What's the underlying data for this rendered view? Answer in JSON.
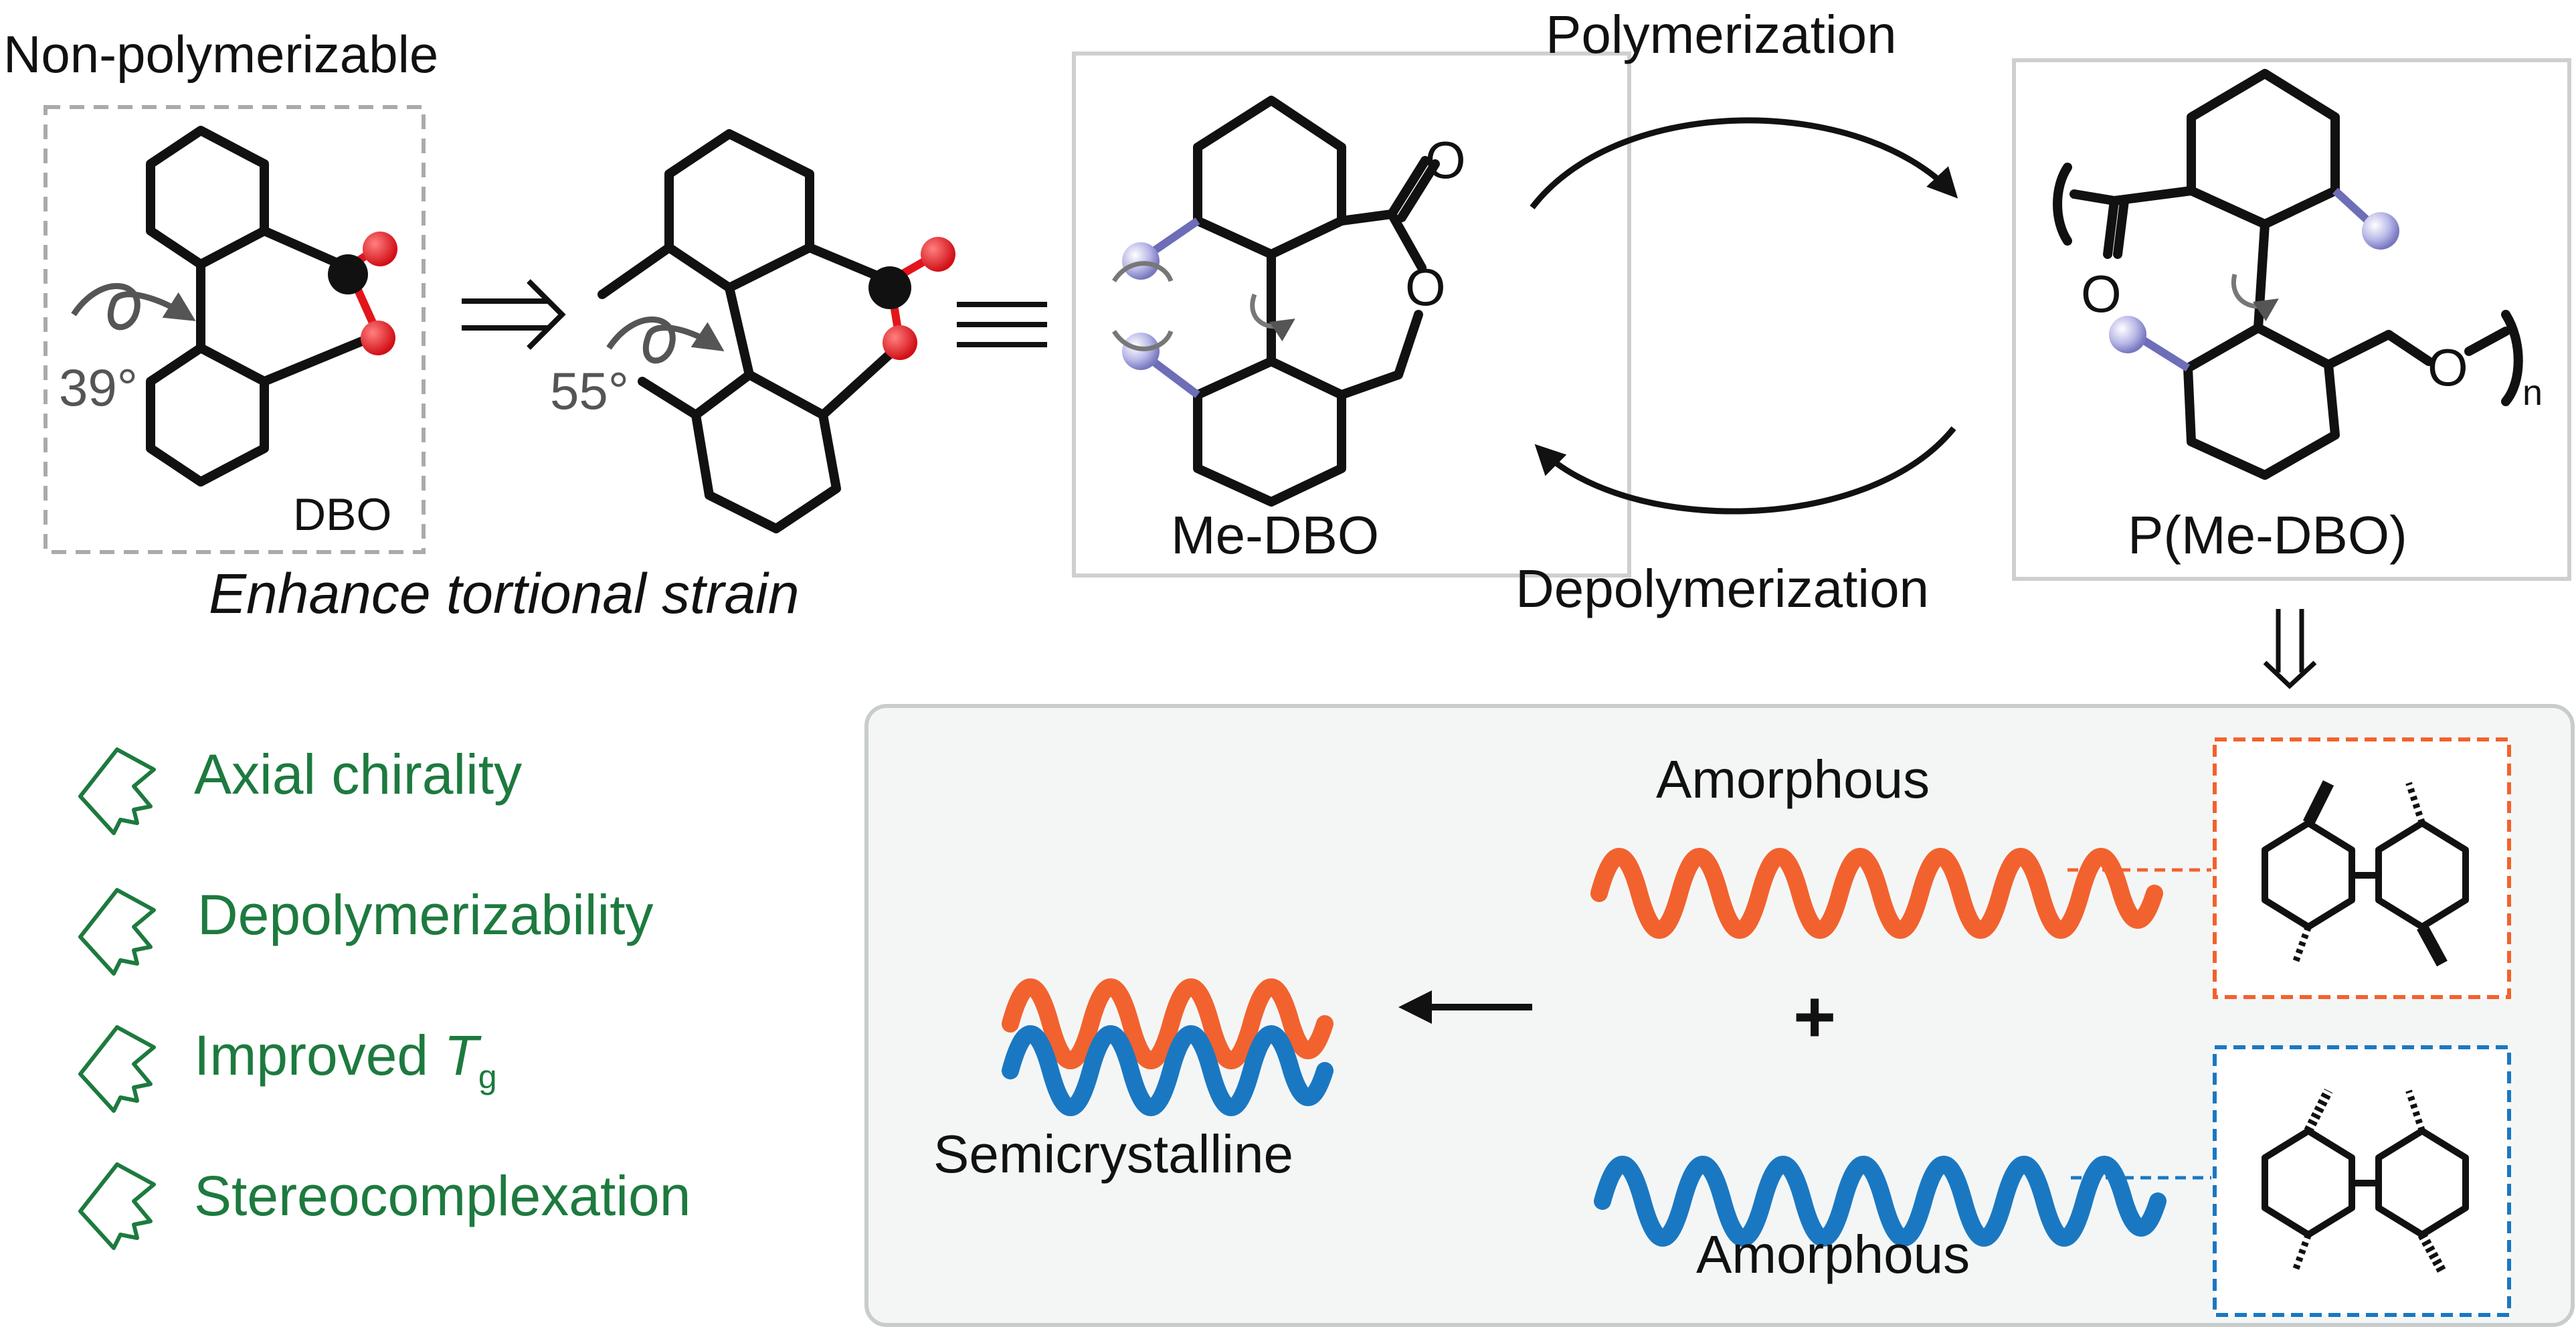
{
  "labels": {
    "non_polymerizable": "Non-polymerizable",
    "angle_1": "39°",
    "dbo": "DBO",
    "angle_2": "55°",
    "enhance": "Enhance tortional strain",
    "me_dbo": "Me-DBO",
    "polymerization": "Polymerization",
    "depolymerization": "Depolymerization",
    "p_me_dbo": "P(Me-DBO)",
    "carbonyl_o": "O",
    "ester_o": "O",
    "polymer_carbonyl_o": "O",
    "polymer_ester_o": "O",
    "subscript_n": "n",
    "amorphous_top": "Amorphous",
    "amorphous_bottom": "Amorphous",
    "plus": "+",
    "semicrystalline": "Semicrystalline"
  },
  "features": [
    {
      "text": "Axial chirality"
    },
    {
      "text": "Depolymerizability"
    },
    {
      "text": "Improved ",
      "italic": "T",
      "sub": "g"
    },
    {
      "text": "Stereocomplexation"
    }
  ],
  "colors": {
    "orange": "#f2622e",
    "blue": "#1a78c2",
    "green": "#1d7a3e",
    "oxygen_red": "#e3151b",
    "purple": "#6d6db8",
    "panel_bg": "#f4f6f6",
    "panel_border": "#c8cccc"
  },
  "icons": [
    "hand-pointer-icon",
    "rotation-arrow-icon"
  ]
}
